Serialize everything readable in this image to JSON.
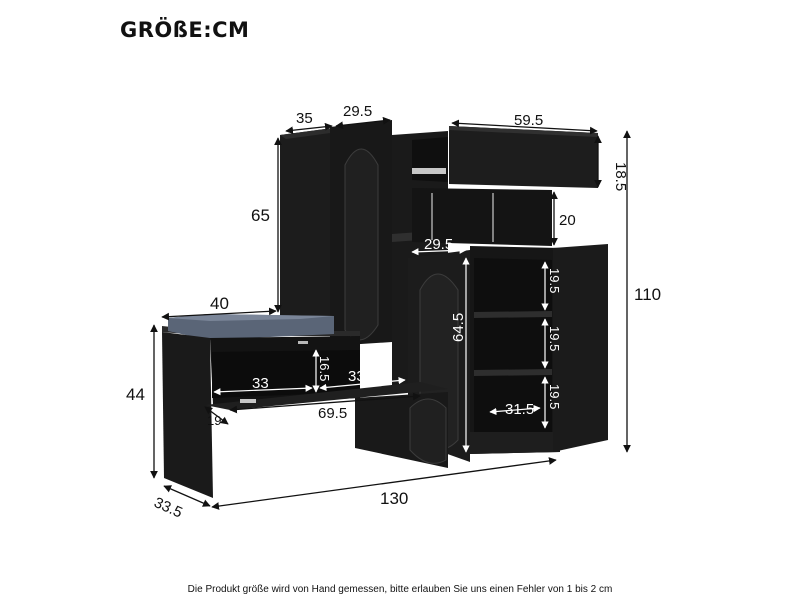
{
  "header": {
    "title": "GRÖßE:CM"
  },
  "dimensions": {
    "upper_left_depth": "35",
    "upper_left_door_width": "29.5",
    "upper_left_height": "65",
    "drawer_width": "59.5",
    "drawer_height": "18.5",
    "open_shelf_height": "20",
    "middle_shelf_width": "29.5",
    "right_cabinet_height": "64.5",
    "right_shelf_1": "19.5",
    "right_shelf_2": "19.5",
    "right_shelf_3": "19.5",
    "right_shelf_depth": "31.5",
    "total_height": "110",
    "bench_depth_top": "40",
    "bench_height": "44",
    "bench_compartment_height": "16.5",
    "bench_compartment_left": "33",
    "bench_compartment_right": "33",
    "bench_pullout_width": "69.5",
    "bench_side_width": "19",
    "total_width": "130",
    "total_depth": "33.5"
  },
  "footer": {
    "note": "Die Produkt größe wird von Hand gemessen, bitte erlauben Sie uns einen Fehler von 1 bis 2 cm"
  }
}
